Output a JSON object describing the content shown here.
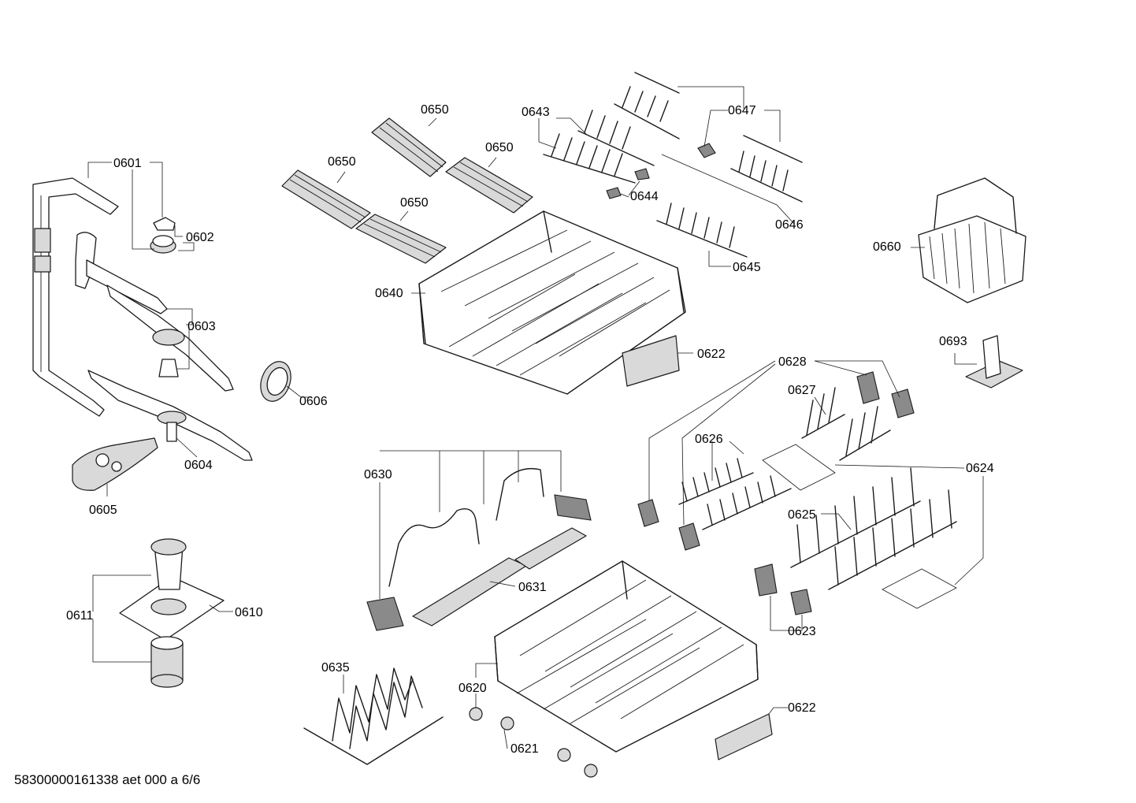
{
  "callouts": {
    "c0601": "0601",
    "c0602": "0602",
    "c0603": "0603",
    "c0604": "0604",
    "c0605": "0605",
    "c0606": "0606",
    "c0610": "0610",
    "c0611": "0611",
    "c0620": "0620",
    "c0621": "0621",
    "c0622a": "0622",
    "c0622b": "0622",
    "c0623": "0623",
    "c0624": "0624",
    "c0625": "0625",
    "c0626": "0626",
    "c0627": "0627",
    "c0628": "0628",
    "c0630": "0630",
    "c0631": "0631",
    "c0635": "0635",
    "c0640": "0640",
    "c0643": "0643",
    "c0644": "0644",
    "c0645": "0645",
    "c0646": "0646",
    "c0647": "0647",
    "c0650a": "0650",
    "c0650b": "0650",
    "c0650c": "0650",
    "c0650d": "0650",
    "c0660": "0660",
    "c0693": "0693"
  },
  "footer": {
    "document_code": "58300000161338 aet 000 a 6/6"
  }
}
